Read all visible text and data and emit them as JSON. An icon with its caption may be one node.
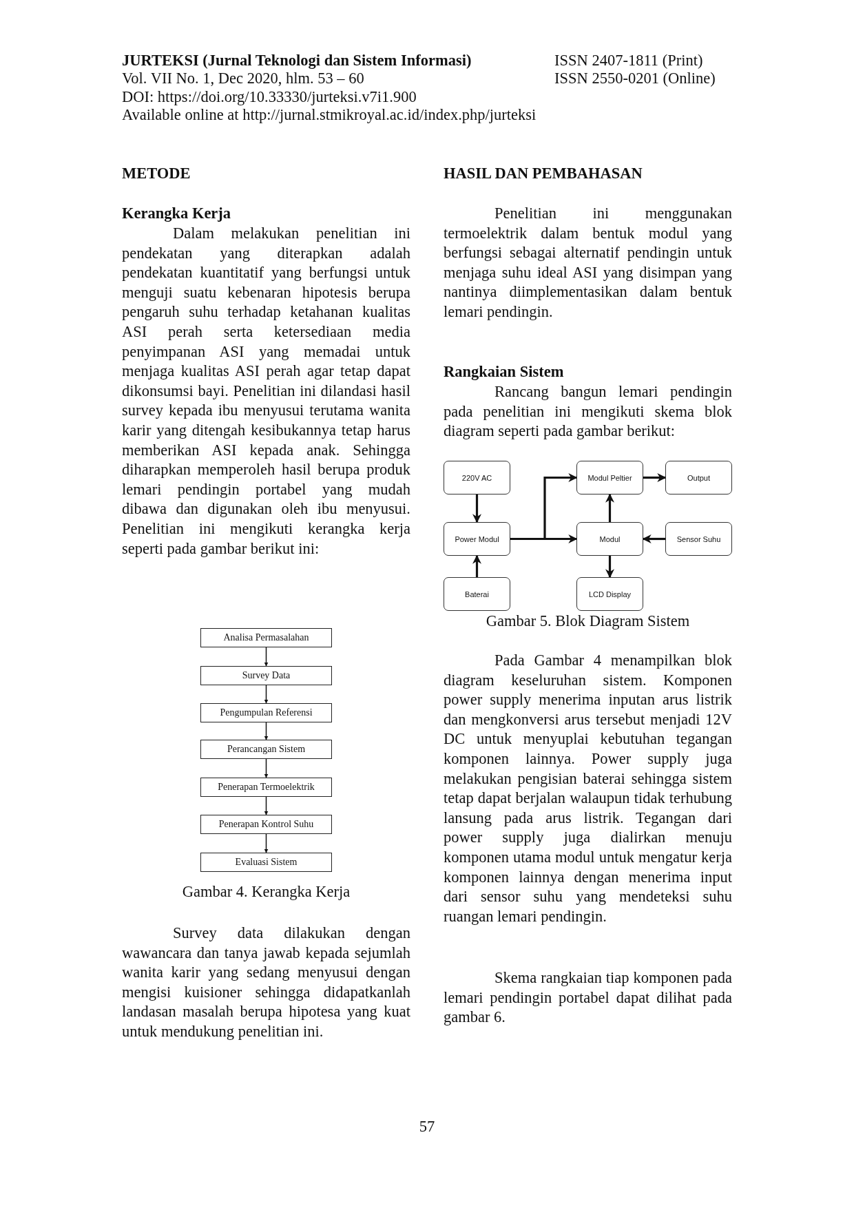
{
  "diagram": {
    "nodes": [
      {
        "text": [
          "Analisa Permasalahan"
        ]
      },
      {
        "text": [
          "Survey Data"
        ]
      },
      {
        "text": [
          "Pengumpulan Referensi"
        ]
      },
      {
        "text": [
          "Perancangan Sistem"
        ]
      },
      {
        "text": [
          "Penerapan Termoelektrik"
        ]
      },
      {
        "text": [
          "Penerapan Kontrol Suhu"
        ]
      },
      {
        "text": [
          "Evaluasi Sistem"
        ]
      },
      {
        "text": [
          "220V AC"
        ]
      },
      {
        "text": [
          "Modul Peltier"
        ]
      },
      {
        "text": [
          "Output"
        ]
      },
      {
        "text": [
          "Power Modul"
        ]
      },
      {
        "text": [
          "Modul"
        ]
      },
      {
        "text": [
          "Sensor Suhu"
        ]
      },
      {
        "text": [
          "Baterai"
        ]
      },
      {
        "text": [
          "LCD Display"
        ]
      }
    ],
    "edges": [
      {
        "from": 0,
        "to": 1,
        "arrow": "to"
      },
      {
        "from": 1,
        "to": 2,
        "arrow": "to"
      },
      {
        "from": 2,
        "to": 3,
        "arrow": "to"
      },
      {
        "from": 3,
        "to": 4,
        "arrow": "to"
      },
      {
        "from": 4,
        "to": 5,
        "arrow": "to"
      },
      {
        "from": 5,
        "to": 6,
        "arrow": "to"
      },
      {
        "from": 7,
        "to": 10,
        "arrow": "to"
      },
      {
        "from": 13,
        "to": 10,
        "arrow": "to"
      },
      {
        "from": 10,
        "to": 8,
        "arrow": "to"
      },
      {
        "from": 10,
        "to": 11,
        "arrow": "to"
      },
      {
        "from": 8,
        "to": 9,
        "arrow": "to"
      },
      {
        "from": 11,
        "to": 8,
        "arrow": "to"
      },
      {
        "from": 12,
        "to": 11,
        "arrow": "to"
      },
      {
        "from": 11,
        "to": 14,
        "arrow": "to"
      }
    ],
    "labels": [
      "JURTEKSI (Jurnal Teknologi dan Sistem Informasi)",
      "ISSN 2407-1811 (Print)",
      "Vol. VII No. 1, Dec 2020, hlm. 53 – 60",
      "ISSN 2550-0201 (Online)",
      "DOI: https://doi.org/10.33330/jurteksi.v7i1.900",
      "Available online at http://jurnal.stmikroyal.ac.id/index.php/jurteksi",
      "METODE",
      "Kerangka Kerja",
      "Dalam melakukan penelitian ini pendekatan yang diterapkan adalah pendekatan kuantitatif yang berfungsi untuk menguji suatu kebenaran hipotesis berupa pengaruh suhu terhadap ketahanan kualitas ASI perah serta ketersediaan media penyimpanan ASI yang memadai untuk menjaga kualitas ASI perah agar tetap dapat dikonsumsi bayi. Penelitian ini dilandasi hasil survey kepada ibu menyusui terutama wanita karir yang ditengah kesibukannya tetap harus memberikan ASI kepada anak. Sehingga diharapkan memperoleh hasil berupa produk lemari pendingin portabel yang mudah dibawa dan digunakan oleh ibu menyusui. Penelitian ini mengikuti kerangka kerja seperti pada gambar berikut ini:",
      "Gambar 4. Kerangka Kerja",
      "Survey data dilakukan dengan wawancara dan tanya jawab kepada sejumlah wanita karir yang sedang menyusui dengan mengisi kuisioner sehingga didapatkanlah landasan masalah berupa hipotesa yang kuat untuk mendukung penelitian ini.",
      "HASIL DAN PEMBAHASAN",
      "Penelitian ini menggunakan termoelektrik dalam bentuk modul yang berfungsi sebagai alternatif pendingin untuk menjaga suhu ideal ASI yang disimpan yang nantinya diimplementasikan dalam bentuk lemari pendingin.",
      "Rangkaian Sistem",
      "Rancang bangun lemari pendingin pada penelitian ini mengikuti skema blok diagram seperti pada gambar berikut:",
      "Gambar 5. Blok Diagram Sistem",
      "Pada Gambar 4 menampilkan blok diagram keseluruhan sistem. Komponen power supply menerima inputan arus listrik dan mengkonversi arus tersebut menjadi 12V DC untuk menyuplai kebutuhan tegangan komponen lainnya. Power supply juga melakukan pengisian baterai sehingga sistem tetap dapat berjalan walaupun tidak terhubung lansung pada arus listrik. Tegangan dari power supply juga dialirkan menuju komponen utama modul untuk mengatur kerja komponen lainnya dengan menerima input dari sensor suhu yang mendeteksi suhu ruangan lemari pendingin.",
      "Skema rangkaian tiap komponen pada lemari pendingin portabel dapat dilihat pada gambar 6.",
      "57"
    ]
  }
}
